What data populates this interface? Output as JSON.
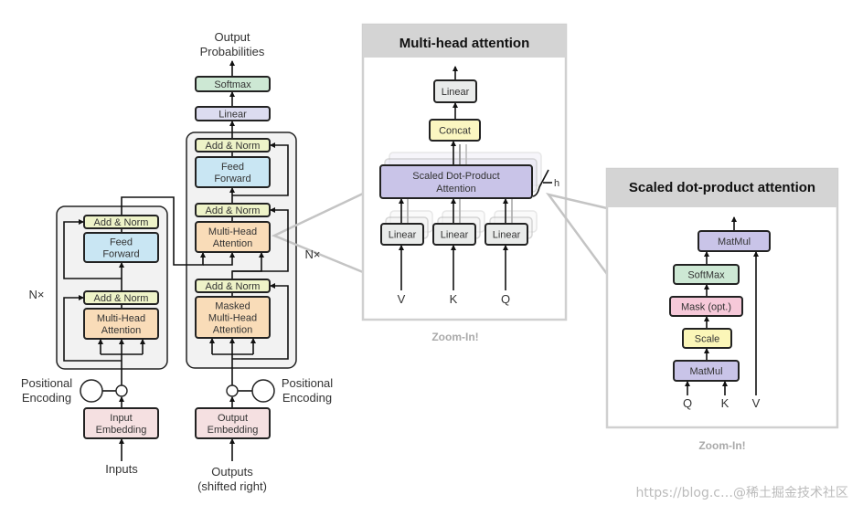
{
  "encoder": {
    "nx": "N×",
    "add_norm_ffn": [
      "Add & Norm"
    ],
    "feed_forward": [
      "Feed",
      "Forward"
    ],
    "add_norm_attn": [
      "Add & Norm"
    ],
    "multi_head_attention": [
      "Multi-Head",
      "Attention"
    ],
    "positional_encoding": [
      "Positional",
      "Encoding"
    ],
    "input_embedding": [
      "Input",
      "Embedding"
    ],
    "inputs": [
      "Inputs"
    ]
  },
  "decoder": {
    "nx": "N×",
    "output_probabilities": [
      "Output",
      "Probabilities"
    ],
    "softmax": [
      "Softmax"
    ],
    "linear": [
      "Linear"
    ],
    "add_norm_ffn": [
      "Add & Norm"
    ],
    "feed_forward": [
      "Feed",
      "Forward"
    ],
    "add_norm_cross": [
      "Add & Norm"
    ],
    "multi_head_attention": [
      "Multi-Head",
      "Attention"
    ],
    "add_norm_masked": [
      "Add & Norm"
    ],
    "masked_multi_head_attention": [
      "Masked",
      "Multi-Head",
      "Attention"
    ],
    "positional_encoding": [
      "Positional",
      "Encoding"
    ],
    "output_embedding": [
      "Output",
      "Embedding"
    ],
    "outputs": [
      "Outputs",
      "(shifted right)"
    ]
  },
  "multi_head_panel": {
    "title": "Multi-head attention",
    "linear": [
      "Linear"
    ],
    "concat": [
      "Concat"
    ],
    "sdpa": [
      "Scaled Dot-Product",
      "Attention"
    ],
    "linear_v": [
      "Linear"
    ],
    "linear_k": [
      "Linear"
    ],
    "linear_q": [
      "Linear"
    ],
    "inputs": [
      "V",
      "K",
      "Q"
    ],
    "h": "h",
    "caption": "Zoom-In!"
  },
  "sdp_panel": {
    "title": "Scaled dot-product attention",
    "matmul_top": [
      "MatMul"
    ],
    "softmax": [
      "SoftMax"
    ],
    "mask": [
      "Mask (opt.)"
    ],
    "scale": [
      "Scale"
    ],
    "matmul_bottom": [
      "MatMul"
    ],
    "inputs": [
      "Q",
      "K",
      "V"
    ],
    "caption": "Zoom-In!"
  },
  "watermark": "https://blog.c…@稀土掘金技术社区",
  "colors": {
    "add_norm": "#eef3c8",
    "feed_forward": "#c9e6f3",
    "attention": "#f9dcb8",
    "embedding": "#f5e0e1",
    "softmax": "#cde8d4",
    "linear_out": "#dcdcf0",
    "linear_gray": "#e9ebea",
    "concat": "#fbf6c1",
    "sdpa": "#c9c4e8",
    "mask": "#f6c9d9",
    "scale": "#fbf6b8",
    "panel_header": "#d4d4d4",
    "stack_bg": "#f2f2f2"
  }
}
